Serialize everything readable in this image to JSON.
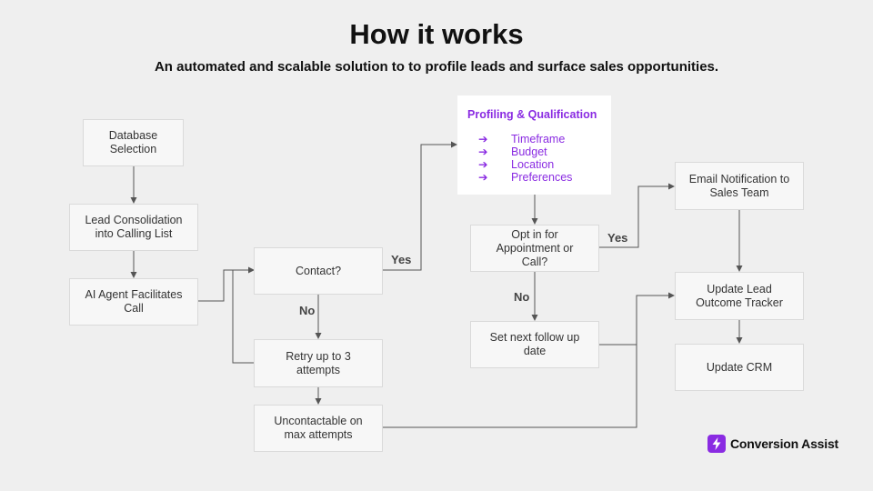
{
  "header": {
    "title": "How it works",
    "subtitle": "An automated and scalable solution to to profile leads and surface sales opportunities."
  },
  "nodes": {
    "database_selection": [
      "Database",
      "Selection"
    ],
    "lead_consolidation": [
      "Lead Consolidation",
      "into Calling List"
    ],
    "ai_agent_call": [
      "AI Agent Facilitates",
      "Call"
    ],
    "contact": [
      "Contact?"
    ],
    "retry": [
      "Retry up to 3",
      "attempts"
    ],
    "uncontactable": [
      "Uncontactable on",
      "max attempts"
    ],
    "opt_in": [
      "Opt in for",
      "Appointment or",
      "Call?"
    ],
    "follow_up": [
      "Set next follow up",
      "date"
    ],
    "email_notification": [
      "Email Notification to",
      "Sales Team"
    ],
    "outcome_tracker": [
      "Update Lead",
      "Outcome Tracker"
    ],
    "update_crm": [
      "Update CRM"
    ]
  },
  "profiling": {
    "title": "Profiling & Qualification",
    "arrow": "➔",
    "items": [
      "Timeframe",
      "Budget",
      "Location",
      "Preferences"
    ],
    "color": "#8a2be2"
  },
  "edge_labels": {
    "contact_yes": "Yes",
    "contact_no": "No",
    "optin_yes": "Yes",
    "optin_no": "No"
  },
  "brand": {
    "name": "Conversion Assist",
    "icon": "lightning-bolt-icon",
    "color": "#8a2be2"
  }
}
